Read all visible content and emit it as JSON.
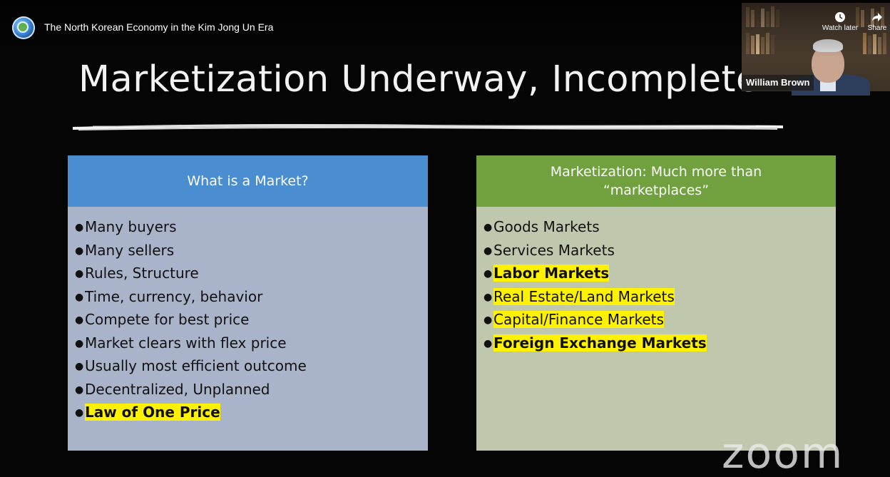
{
  "video": {
    "title": "The North Korean Economy in the Kim Jong Un Era",
    "actions": {
      "watch_later": "Watch later",
      "share": "Share"
    }
  },
  "slide": {
    "title": "Marketization Underway,  Incomplete",
    "left_panel": {
      "header": "What is a Market?",
      "items": [
        {
          "text": "Many buyers"
        },
        {
          "text": "Many sellers"
        },
        {
          "text": "Rules,  Structure"
        },
        {
          "text": "Time, currency, behavior"
        },
        {
          "text": "Compete for best price"
        },
        {
          "text": "Market clears with flex price"
        },
        {
          "text": "Usually most efficient outcome"
        },
        {
          "text": "Decentralized, Unplanned"
        },
        {
          "text": "Law of One Price"
        }
      ]
    },
    "right_panel": {
      "header_line1": "Marketization:  Much more than",
      "header_line2": "“marketplaces”",
      "items": [
        {
          "text": "Goods Markets"
        },
        {
          "text": "Services Markets"
        },
        {
          "text_bold": "Labor",
          "text_rest": " Markets"
        },
        {
          "text": "Real Estate/Land Markets"
        },
        {
          "text": "Capital/Finance Markets"
        },
        {
          "text": "Foreign Exchange Markets"
        }
      ]
    }
  },
  "zoom": {
    "participant_name": "William Brown",
    "watermark": "zoom"
  },
  "colors": {
    "left_header": "#4a8ed1",
    "right_header": "#70a13e",
    "highlight": "#fff200"
  }
}
